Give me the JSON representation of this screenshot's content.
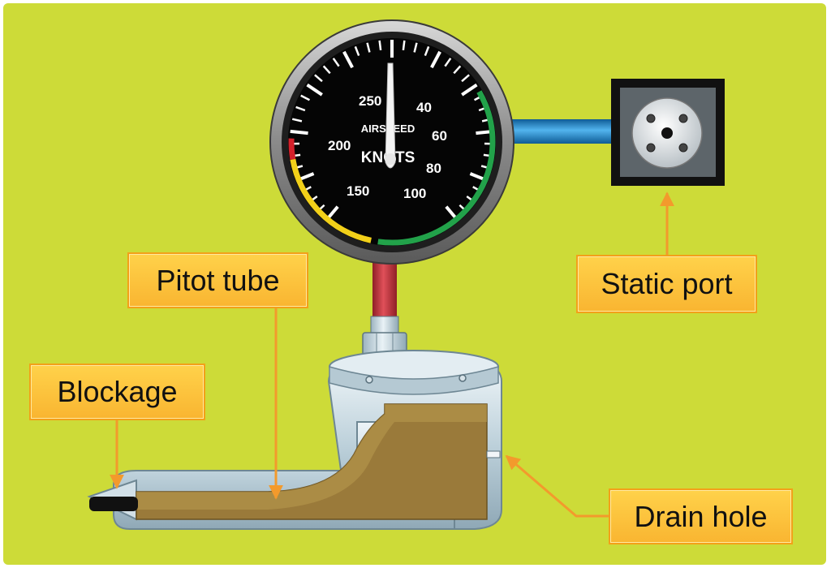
{
  "colors": {
    "background": "#cddb38",
    "callout_fill": "#f9b531",
    "arrow": "#f39a2c",
    "static_line": "#1f8fd4",
    "pitot_line": "#c8323c",
    "probe_metal": "#c9dbe4",
    "probe_fill": "#9a7a3a",
    "blockage": "#111111"
  },
  "labels": {
    "pitot_tube": "Pitot tube",
    "blockage": "Blockage",
    "static_port": "Static port",
    "drain_hole": "Drain hole"
  },
  "gauge": {
    "title_top": "AIRSPEED",
    "title_bottom": "KNOTS",
    "tick_labels": [
      "250",
      "40",
      "60",
      "200",
      "80",
      "150",
      "100"
    ],
    "arc_colors": {
      "red": "#d3202a",
      "yellow": "#f2d019",
      "green": "#22a24a"
    }
  },
  "icons": [
    "arrow-icon",
    "static-port-icon",
    "nut-icon"
  ]
}
